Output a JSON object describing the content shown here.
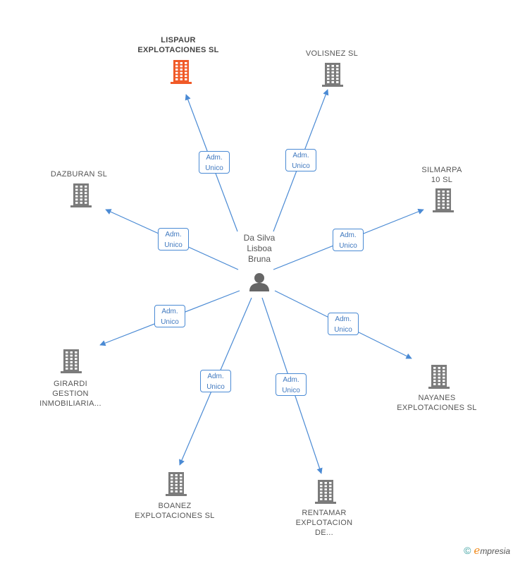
{
  "center": {
    "label": "Da Silva\nLisboa\nBruna",
    "icon": "person-icon"
  },
  "relation_label": "Adm.\nUnico",
  "colors": {
    "edge": "#4a8ad4",
    "company": "#7b7b7b",
    "main_company": "#f05a28"
  },
  "companies": [
    {
      "id": "lispaur",
      "label": "LISPAUR\nEXPLOTACIONES SL",
      "main": true,
      "icon": "building-icon"
    },
    {
      "id": "volisnez",
      "label": "VOLISNEZ SL",
      "main": false,
      "icon": "building-icon"
    },
    {
      "id": "dazburan",
      "label": "DAZBURAN SL",
      "main": false,
      "icon": "building-icon"
    },
    {
      "id": "silmarpa",
      "label": "SILMARPA\n10 SL",
      "main": false,
      "icon": "building-icon"
    },
    {
      "id": "girardi",
      "label": "GIRARDI\nGESTION\nINMOBILIARIA...",
      "main": false,
      "icon": "building-icon"
    },
    {
      "id": "nayanes",
      "label": "NAYANES\nEXPLOTACIONES SL",
      "main": false,
      "icon": "building-icon"
    },
    {
      "id": "boanez",
      "label": "BOANEZ\nEXPLOTACIONES SL",
      "main": false,
      "icon": "building-icon"
    },
    {
      "id": "rentamar",
      "label": "RENTAMAR\nEXPLOTACION\nDE...",
      "main": false,
      "icon": "building-icon"
    }
  ],
  "footer": {
    "copyright": "©",
    "brand_initial": "e",
    "brand_rest": "mpresia"
  }
}
